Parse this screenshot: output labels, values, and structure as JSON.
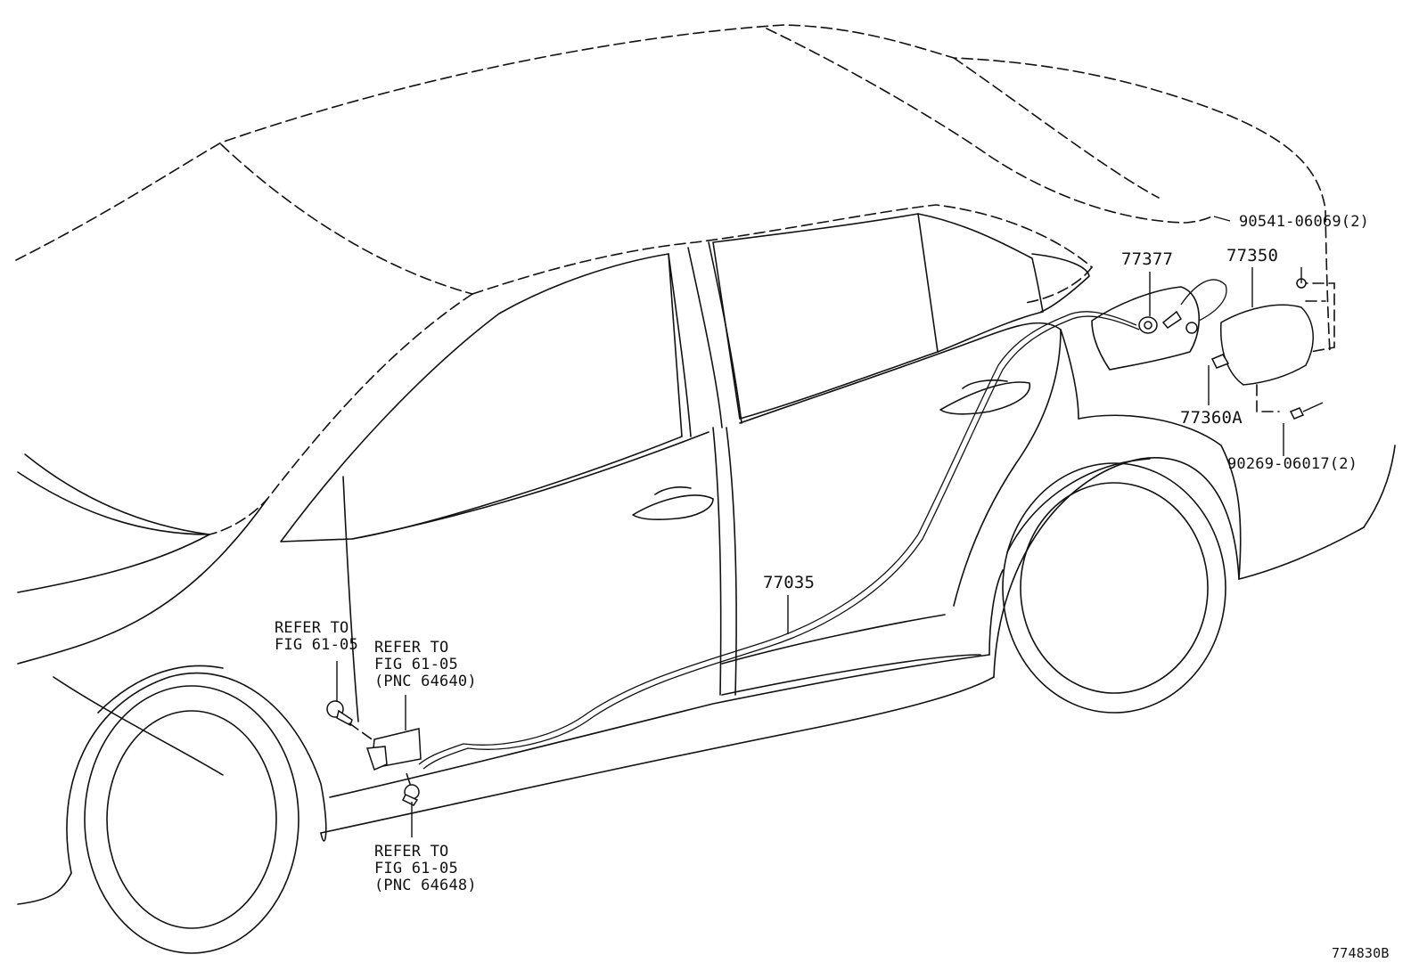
{
  "labels": {
    "bolt_top_right": "90541-06069(2)",
    "fuel_opener_lock": "77377",
    "fuel_lid": "77350",
    "lid_hinge": "77360A",
    "clip_lower_right": "90269-06017(2)",
    "cable": "77035",
    "refer_bolt": [
      "REFER TO",
      "FIG 61-05"
    ],
    "refer_lever": [
      "REFER TO",
      "FIG 61-05",
      "(PNC 64640)"
    ],
    "refer_clip": [
      "REFER TO",
      "FIG 61-05",
      "(PNC 64648)"
    ],
    "drawing_id": "774830B"
  }
}
